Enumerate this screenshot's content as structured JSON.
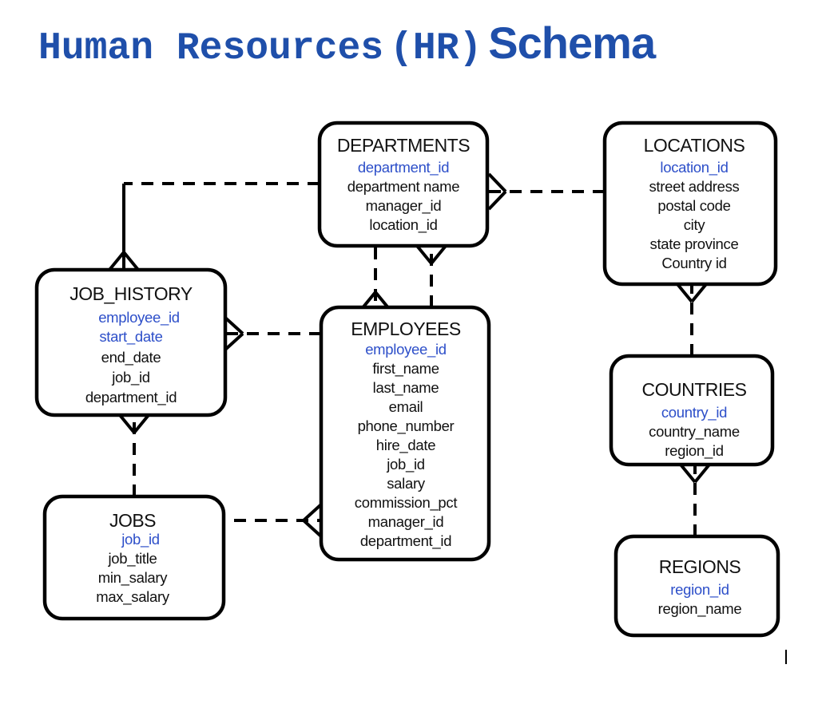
{
  "title": {
    "part1": "Human Resources",
    "part2": "(HR)",
    "part3": "Schema"
  },
  "colors": {
    "title": "#1f4faa",
    "key_field": "#2d4fc9",
    "text": "#111111",
    "line": "#000000"
  },
  "entities": {
    "departments": {
      "name": "DEPARTMENTS",
      "fields": [
        {
          "label": "department_id",
          "key": true
        },
        {
          "label": "department name",
          "key": false
        },
        {
          "label": "manager_id",
          "key": false
        },
        {
          "label": "location_id",
          "key": false
        }
      ]
    },
    "locations": {
      "name": "LOCATIONS",
      "fields": [
        {
          "label": "location_id",
          "key": true
        },
        {
          "label": "street address",
          "key": false
        },
        {
          "label": "postal code",
          "key": false
        },
        {
          "label": "city",
          "key": false
        },
        {
          "label": "state province",
          "key": false
        },
        {
          "label": "Country id",
          "key": false
        }
      ]
    },
    "job_history": {
      "name": "JOB_HISTORY",
      "fields": [
        {
          "label": "employee_id",
          "key": true
        },
        {
          "label": "start_date",
          "key": true
        },
        {
          "label": "end_date",
          "key": false
        },
        {
          "label": "job_id",
          "key": false
        },
        {
          "label": "department_id",
          "key": false
        }
      ]
    },
    "employees": {
      "name": "EMPLOYEES",
      "fields": [
        {
          "label": "employee_id",
          "key": true
        },
        {
          "label": "first_name",
          "key": false
        },
        {
          "label": "last_name",
          "key": false
        },
        {
          "label": "email",
          "key": false
        },
        {
          "label": "phone_number",
          "key": false
        },
        {
          "label": "hire_date",
          "key": false
        },
        {
          "label": "job_id",
          "key": false
        },
        {
          "label": "salary",
          "key": false
        },
        {
          "label": "commission_pct",
          "key": false
        },
        {
          "label": "manager_id",
          "key": false
        },
        {
          "label": "department_id",
          "key": false
        }
      ]
    },
    "countries": {
      "name": "COUNTRIES",
      "fields": [
        {
          "label": "country_id",
          "key": true
        },
        {
          "label": "country_name",
          "key": false
        },
        {
          "label": "region_id",
          "key": false
        }
      ]
    },
    "jobs": {
      "name": "JOBS",
      "fields": [
        {
          "label": "job_id",
          "key": true
        },
        {
          "label": "job_title",
          "key": false
        },
        {
          "label": "min_salary",
          "key": false
        },
        {
          "label": "max_salary",
          "key": false
        }
      ]
    },
    "regions": {
      "name": "REGIONS",
      "fields": [
        {
          "label": "region_id",
          "key": true
        },
        {
          "label": "region_name",
          "key": false
        }
      ]
    }
  },
  "relationships": [
    {
      "from": "departments",
      "to": "job_history"
    },
    {
      "from": "locations",
      "to": "departments"
    },
    {
      "from": "departments",
      "to": "employees"
    },
    {
      "from": "employees",
      "to": "departments"
    },
    {
      "from": "employees",
      "to": "job_history"
    },
    {
      "from": "jobs",
      "to": "job_history"
    },
    {
      "from": "jobs",
      "to": "employees"
    },
    {
      "from": "countries",
      "to": "locations"
    },
    {
      "from": "regions",
      "to": "countries"
    }
  ]
}
